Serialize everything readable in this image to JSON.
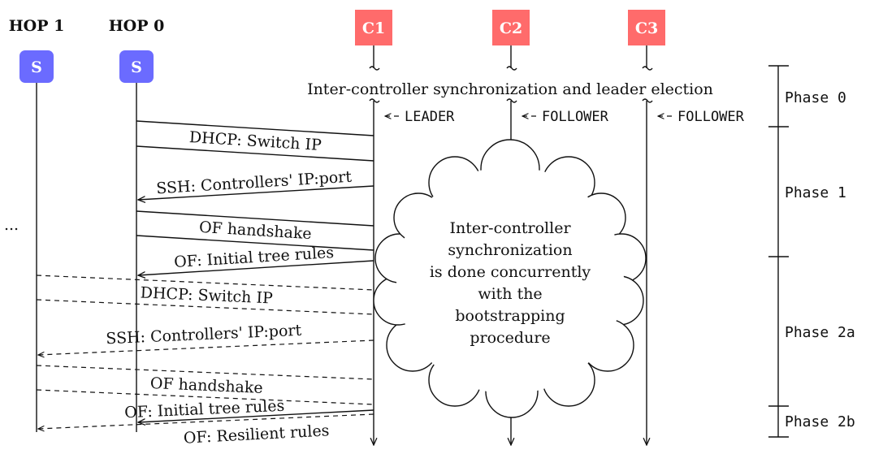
{
  "hops": [
    {
      "header": "HOP 1",
      "switch_label": "S"
    },
    {
      "header": "HOP 0",
      "switch_label": "S"
    }
  ],
  "controllers": [
    {
      "label": "C1",
      "role": "LEADER"
    },
    {
      "label": "C2",
      "role": "FOLLOWER"
    },
    {
      "label": "C3",
      "role": "FOLLOWER"
    }
  ],
  "election_label": "Inter-controller synchronization and leader election",
  "ellipsis": "...",
  "cloud_lines": [
    "Inter-controller",
    "synchronization",
    "is done concurrently",
    "with the",
    "bootstrapping",
    "procedure"
  ],
  "messages_hop0": [
    "DHCP: Switch IP",
    "SSH: Controllers' IP:port",
    "OF handshake",
    "OF: Initial tree rules"
  ],
  "messages_hop1": [
    "DHCP: Switch IP",
    "SSH: Controllers' IP:port",
    "OF handshake",
    "OF: Initial tree rules",
    "OF: Resilient rules"
  ],
  "phases": [
    "Phase 0",
    "Phase 1",
    "Phase 2a",
    "Phase 2b"
  ],
  "colors": {
    "switch": "#6b6bff",
    "controller": "#ff6b6b",
    "line": "#111111"
  }
}
